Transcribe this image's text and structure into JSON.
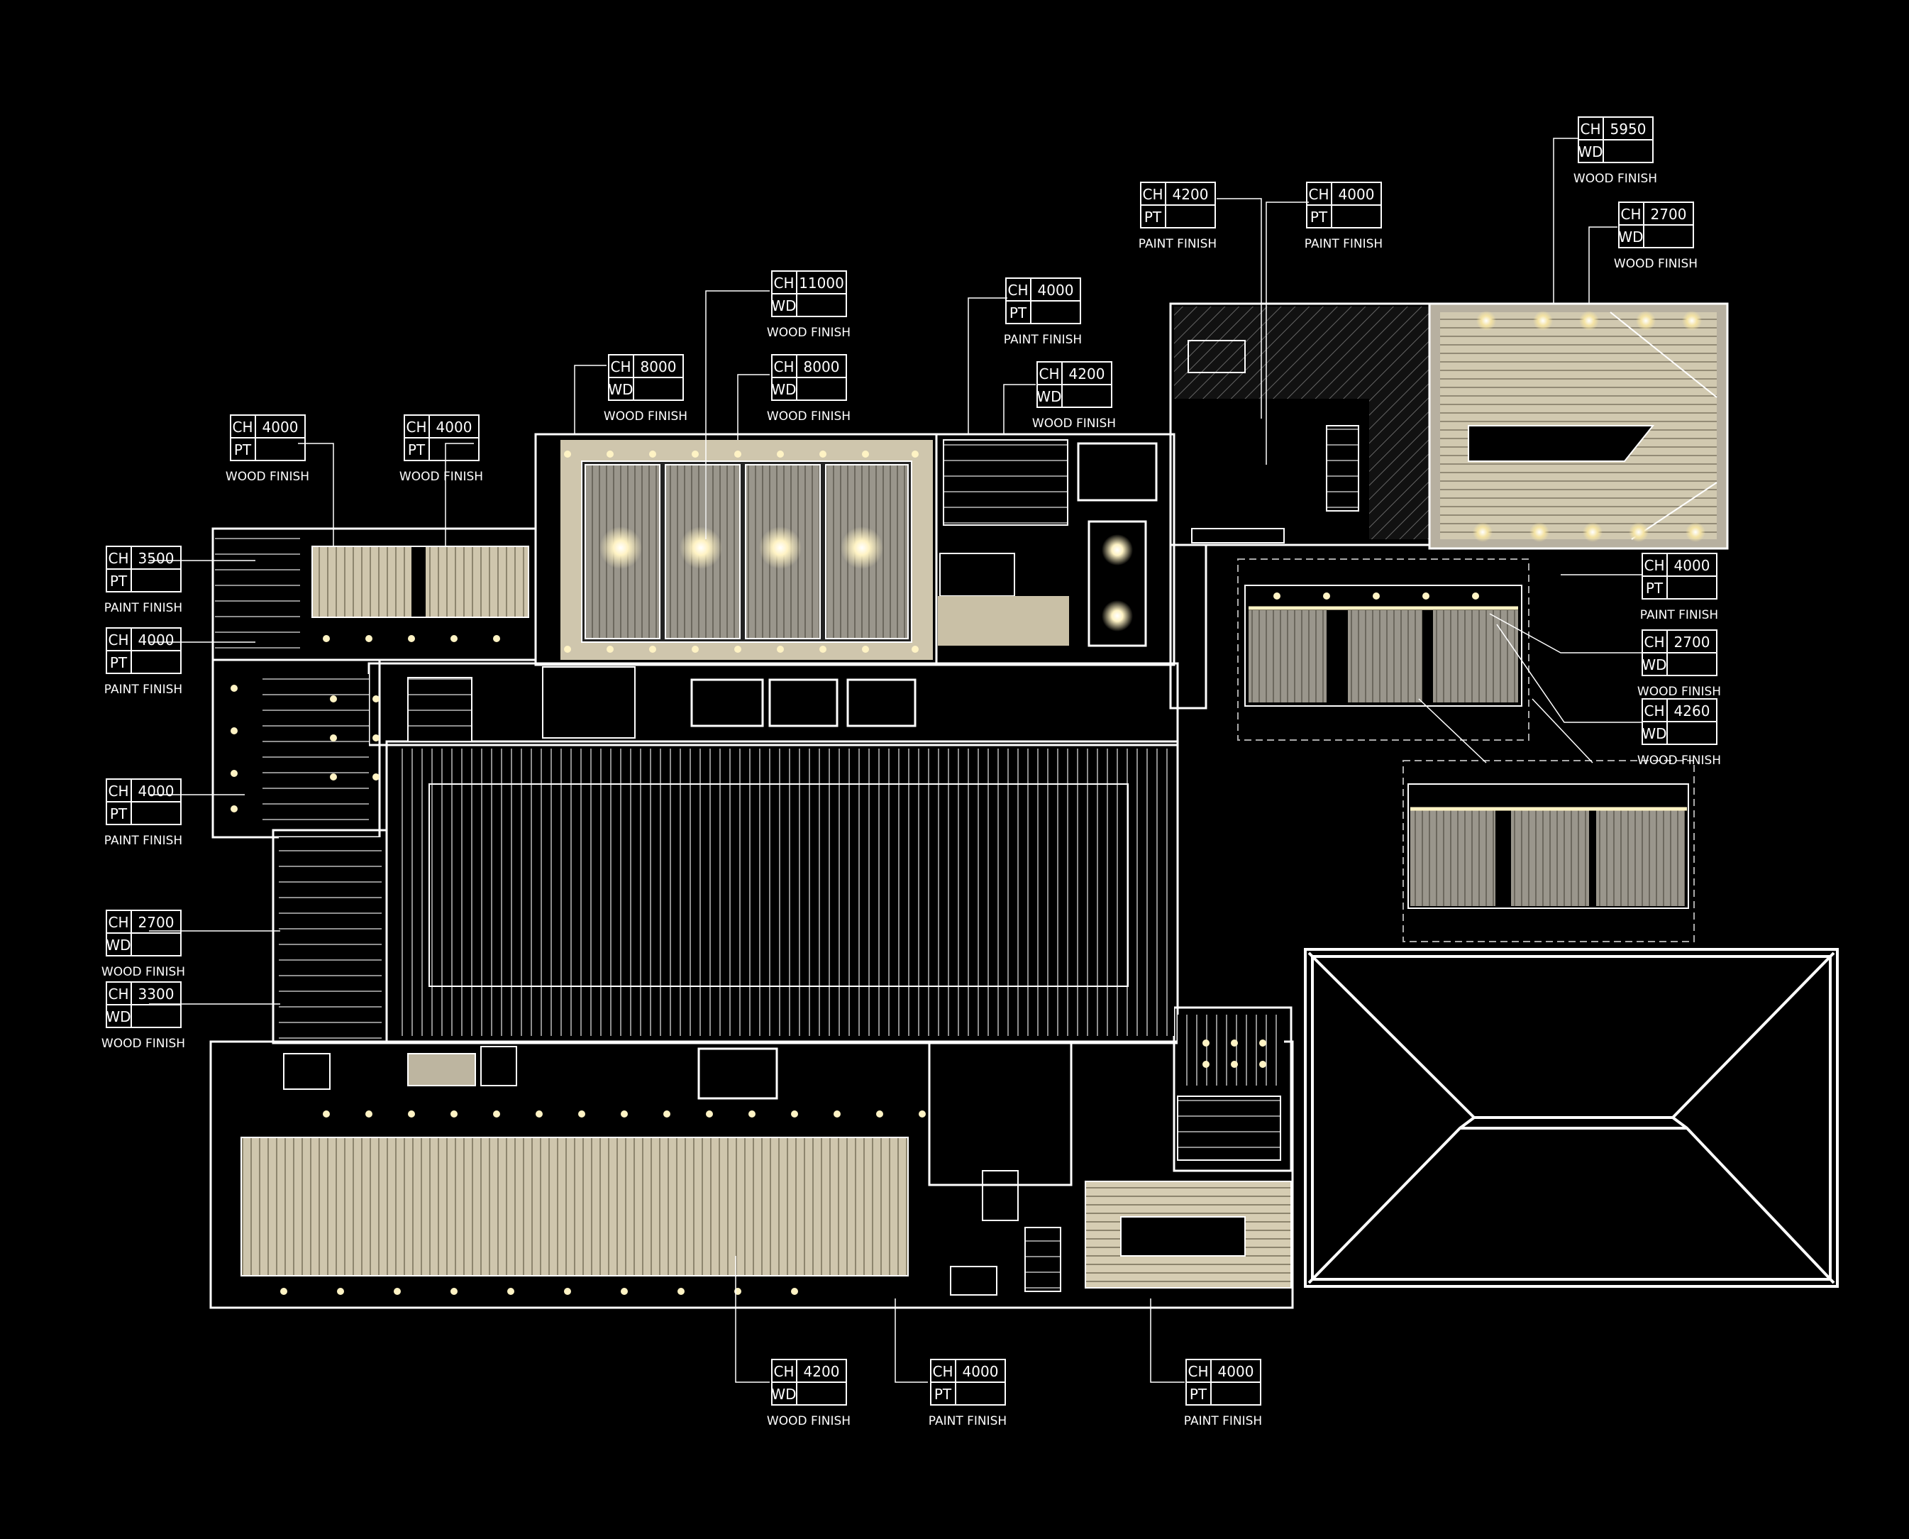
{
  "colors": {
    "background": "#000000",
    "line": "#ffffff",
    "wood_panel": "#cfc6ad",
    "wood_panel_light": "#e6dec6",
    "grey_panel": "#9a968c",
    "light_glow": "#fff3c4"
  },
  "tags": [
    {
      "id": "t1",
      "code": "CH",
      "height": "4000",
      "material": "PT",
      "finish": "WOOD FINISH"
    },
    {
      "id": "t2",
      "code": "CH",
      "height": "4000",
      "material": "PT",
      "finish": "WOOD FINISH"
    },
    {
      "id": "t3",
      "code": "CH",
      "height": "3500",
      "material": "PT",
      "finish": "PAINT FINISH"
    },
    {
      "id": "t4",
      "code": "CH",
      "height": "4000",
      "material": "PT",
      "finish": "PAINT FINISH"
    },
    {
      "id": "t5",
      "code": "CH",
      "height": "4000",
      "material": "PT",
      "finish": "PAINT FINISH"
    },
    {
      "id": "t6",
      "code": "CH",
      "height": "2700",
      "material": "WD",
      "finish": "WOOD FINISH"
    },
    {
      "id": "t7",
      "code": "CH",
      "height": "3300",
      "material": "WD",
      "finish": "WOOD FINISH"
    },
    {
      "id": "t8",
      "code": "CH",
      "height": "8000",
      "material": "WD",
      "finish": "WOOD FINISH"
    },
    {
      "id": "t9",
      "code": "CH",
      "height": "11000",
      "material": "WD",
      "finish": "WOOD FINISH"
    },
    {
      "id": "t10",
      "code": "CH",
      "height": "8000",
      "material": "WD",
      "finish": "WOOD FINISH"
    },
    {
      "id": "t11",
      "code": "CH",
      "height": "4000",
      "material": "PT",
      "finish": "PAINT FINISH"
    },
    {
      "id": "t12",
      "code": "CH",
      "height": "4200",
      "material": "WD",
      "finish": "WOOD FINISH"
    },
    {
      "id": "t13",
      "code": "CH",
      "height": "4200",
      "material": "PT",
      "finish": "PAINT FINISH"
    },
    {
      "id": "t14",
      "code": "CH",
      "height": "4000",
      "material": "PT",
      "finish": "PAINT FINISH"
    },
    {
      "id": "t15",
      "code": "CH",
      "height": "5950",
      "material": "WD",
      "finish": "WOOD FINISH"
    },
    {
      "id": "t16",
      "code": "CH",
      "height": "2700",
      "material": "WD",
      "finish": "WOOD FINISH"
    },
    {
      "id": "t17",
      "code": "CH",
      "height": "4000",
      "material": "PT",
      "finish": "PAINT FINISH"
    },
    {
      "id": "t18",
      "code": "CH",
      "height": "2700",
      "material": "WD",
      "finish": "WOOD FINISH"
    },
    {
      "id": "t19",
      "code": "CH",
      "height": "4260",
      "material": "WD",
      "finish": "WOOD FINISH"
    },
    {
      "id": "t20",
      "code": "CH",
      "height": "4200",
      "material": "WD",
      "finish": "WOOD FINISH"
    },
    {
      "id": "t21",
      "code": "CH",
      "height": "4000",
      "material": "PT",
      "finish": "PAINT FINISH"
    },
    {
      "id": "t22",
      "code": "CH",
      "height": "4000",
      "material": "PT",
      "finish": "PAINT FINISH"
    }
  ]
}
